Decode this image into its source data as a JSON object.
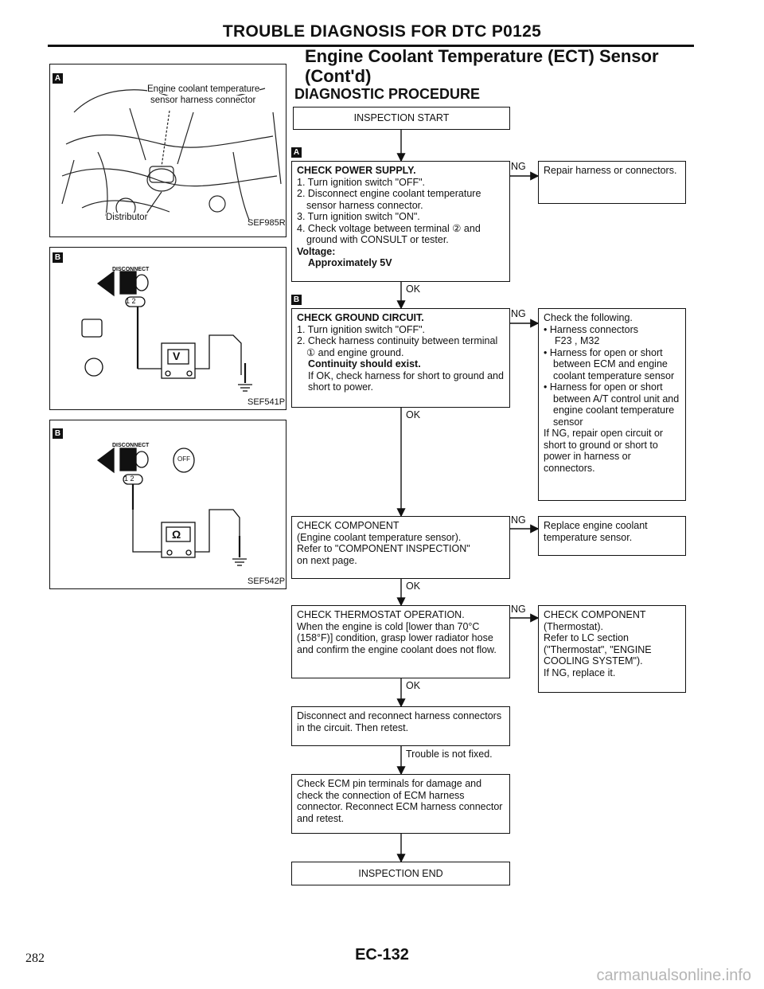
{
  "header": {
    "title": "TROUBLE DIAGNOSIS FOR DTC P0125",
    "section_title_1": "Engine Coolant Temperature (ECT) Sensor",
    "section_title_2": "(Cont'd)",
    "subtitle": "DIAGNOSTIC PROCEDURE"
  },
  "figures": {
    "a": {
      "tag": "A",
      "label_1": "Engine coolant temperature",
      "label_2": "sensor harness connector",
      "label_3": "Distributor",
      "ref": "SEF985R"
    },
    "b": {
      "tag": "B",
      "disconnect": "DISCONNECT",
      "pins": "1 2",
      "meter": "V",
      "ref": "SEF541P"
    },
    "c": {
      "tag": "B",
      "disconnect": "DISCONNECT",
      "pins": "1 2",
      "meter": "Ω",
      "off": "OFF",
      "ref": "SEF542P"
    }
  },
  "flow": {
    "start": "INSPECTION START",
    "step_tag_1": "A",
    "step_tag_2": "B",
    "power": {
      "title": "CHECK POWER SUPPLY.",
      "l1": "1. Turn ignition switch \"OFF\".",
      "l2": "2. Disconnect engine coolant temperature sensor harness connector.",
      "l3": "3. Turn ignition switch \"ON\".",
      "l4": "4. Check voltage between terminal ② and ground with CONSULT or tester.",
      "v_label": "Voltage:",
      "v_value": "Approximately 5V"
    },
    "power_ng": "Repair harness or connectors.",
    "ground": {
      "title": "CHECK GROUND CIRCUIT.",
      "l1": "1. Turn ignition switch \"OFF\".",
      "l2": "2. Check harness continuity between terminal ① and engine ground.",
      "l3": "Continuity should exist.",
      "l4": "If OK, check harness for short to ground and short to power."
    },
    "ground_ng": {
      "l0": "Check the following.",
      "l1": "• Harness connectors",
      "l2": "F23 , M32",
      "l3": "• Harness for open or short between ECM and engine coolant temperature sensor",
      "l4": "• Harness for open or short between A/T control unit and engine coolant temperature sensor",
      "l5": "If NG, repair open circuit or short to ground or short to power in harness or connectors."
    },
    "component": {
      "l1": "CHECK COMPONENT",
      "l2": "(Engine coolant temperature sensor).",
      "l3": "Refer to \"COMPONENT INSPECTION\"",
      "l4": "on next page."
    },
    "component_ng": "Replace engine coolant temperature sensor.",
    "thermo": {
      "l1": "CHECK THERMOSTAT OPERATION.",
      "l2": "When the engine is cold [lower than 70°C (158°F)] condition, grasp lower radiator hose and confirm the engine coolant does not flow."
    },
    "thermo_ng": {
      "l1": "CHECK COMPONENT",
      "l2": "(Thermostat).",
      "l3": "Refer to LC section",
      "l4": "(\"Thermostat\", \"ENGINE COOLING SYSTEM\").",
      "l5": "If NG, replace it."
    },
    "reconnect": "Disconnect and reconnect harness connectors in the circuit. Then retest.",
    "not_fixed": "Trouble is not fixed.",
    "ecm": "Check ECM pin terminals for damage and check the connection of ECM harness connector. Reconnect ECM harness connector and retest.",
    "end": "INSPECTION END",
    "ok": "OK",
    "ng": "NG"
  },
  "footer": {
    "page_number": "282",
    "page_code": "EC-132",
    "watermark": "carmanualsonline.info"
  }
}
